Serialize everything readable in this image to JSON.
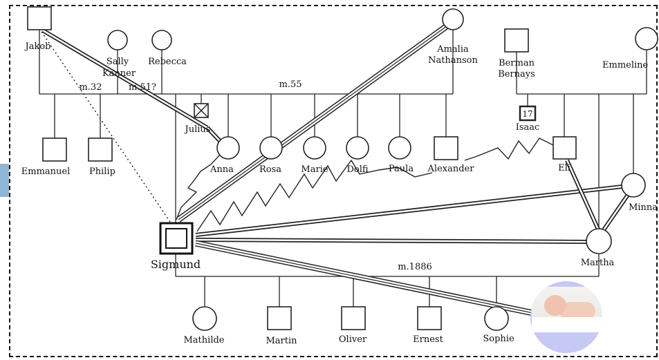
{
  "people": {
    "jakob": "Jakob",
    "sally": "Sally",
    "kanner": "Kanner",
    "rebecca": "Rebecca",
    "amalia": "Amalia",
    "nathanson": "Nathanson",
    "berman": "Berman",
    "bernays": "Bernays",
    "emmeline": "Emmeline",
    "julius": "Julius",
    "isaac": "Isaac",
    "isaac_age": "17",
    "emmanuel": "Emmanuel",
    "philip": "Philip",
    "anna": "Anna",
    "rosa": "Rosa",
    "marie": "Marie",
    "dolfi": "Dolfi",
    "paula": "Paula",
    "alexander": "Alexander",
    "eli": "Eli",
    "minna": "Minna",
    "sigmund": "Sigmund",
    "martha": "Martha",
    "mathilde": "Mathilde",
    "martin": "Martin",
    "oliver": "Oliver",
    "ernest": "Ernest",
    "sophie": "Sophie"
  },
  "marriages": {
    "m32": "m.32",
    "m51": "m.51?",
    "m55": "m.55",
    "m1886": "m.1886"
  }
}
